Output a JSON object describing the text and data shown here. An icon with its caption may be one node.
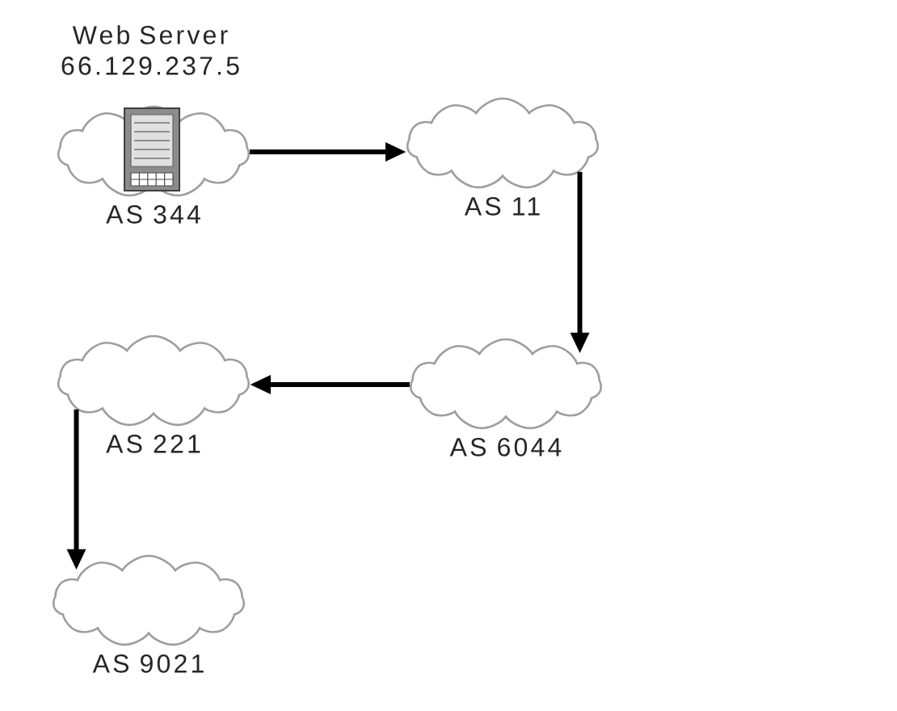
{
  "diagram": {
    "nodes": [
      {
        "text": [
          "AS 344"
        ],
        "beside": [
          "Web Server 66.129.237.5"
        ]
      },
      {
        "text": [
          "AS 11"
        ]
      },
      {
        "text": [
          "AS 6044"
        ]
      },
      {
        "text": [
          "AS 221"
        ]
      },
      {
        "text": [
          "AS 9021"
        ]
      }
    ],
    "edges": [
      {
        "from": 0,
        "to": 1,
        "arrow": "to"
      },
      {
        "from": 1,
        "to": 2,
        "arrow": "to"
      },
      {
        "from": 2,
        "to": 3,
        "arrow": "to"
      },
      {
        "from": 3,
        "to": 4,
        "arrow": "to"
      }
    ]
  }
}
